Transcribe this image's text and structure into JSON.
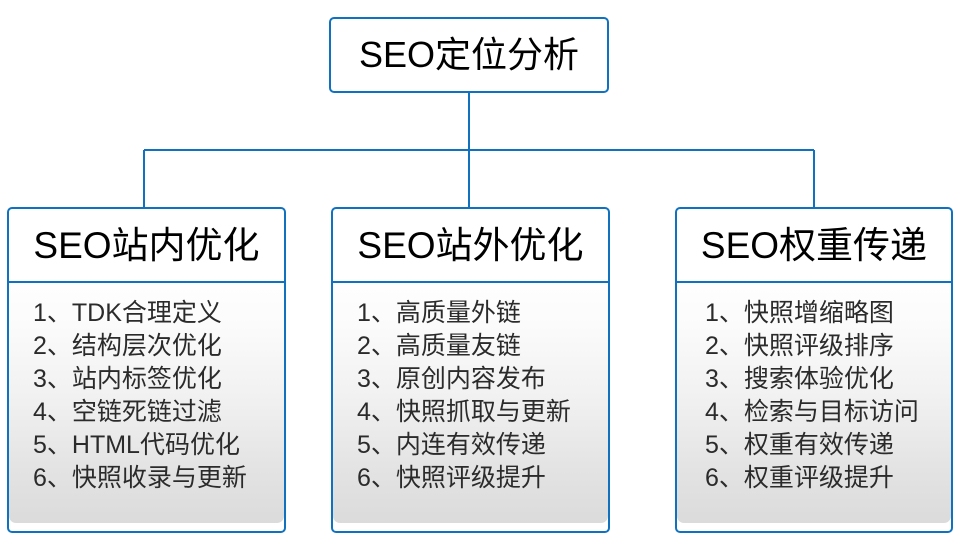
{
  "colors": {
    "accent_border": "#1072BE",
    "connector": "#1072BE",
    "header_text": "#000000",
    "list_text": "#2b2b2b",
    "panel_top": "#fefefe",
    "panel_bottom": "#dbdbdb",
    "background": "#ffffff"
  },
  "diagram": {
    "type": "organization-chart",
    "root": {
      "title": "SEO定位分析"
    },
    "branches": [
      {
        "title": "SEO站内优化",
        "items": [
          "1、TDK合理定义",
          "2、结构层次优化",
          "3、站内标签优化",
          "4、空链死链过滤",
          "5、HTML代码优化",
          "6、快照收录与更新"
        ]
      },
      {
        "title": "SEO站外优化",
        "items": [
          "1、高质量外链",
          "2、高质量友链",
          "3、原创内容发布",
          "4、快照抓取与更新",
          "5、内连有效传递",
          "6、快照评级提升"
        ]
      },
      {
        "title": "SEO权重传递",
        "items": [
          "1、快照增缩略图",
          "2、快照评级排序",
          "3、搜索体验优化",
          "4、检索与目标访问",
          "5、权重有效传递",
          "6、权重评级提升"
        ]
      }
    ]
  }
}
